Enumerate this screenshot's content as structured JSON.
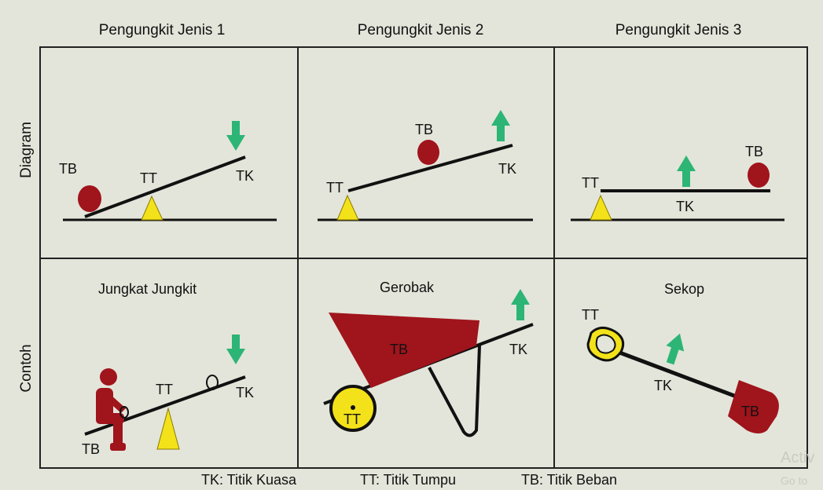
{
  "columns": [
    "Pengungkit Jenis 1",
    "Pengungkit Jenis 2",
    "Pengungkit Jenis 3"
  ],
  "rows": [
    "Diagram",
    "Contoh"
  ],
  "point_labels": {
    "load": "TB",
    "fulcrum": "TT",
    "effort": "TK"
  },
  "examples": [
    "Jungkat Jungkit",
    "Gerobak",
    "Sekop"
  ],
  "legend": [
    "TK: Titik Kuasa",
    "TT: Titik Tumpu",
    "TB: Titik Beban"
  ],
  "watermark": {
    "line1": "Activ",
    "line2": "Go to"
  },
  "colors": {
    "background": "#e3e5da",
    "load": "#a0141c",
    "fulcrum": "#f3e21a",
    "arrow": "#2db576",
    "line": "#111111"
  }
}
